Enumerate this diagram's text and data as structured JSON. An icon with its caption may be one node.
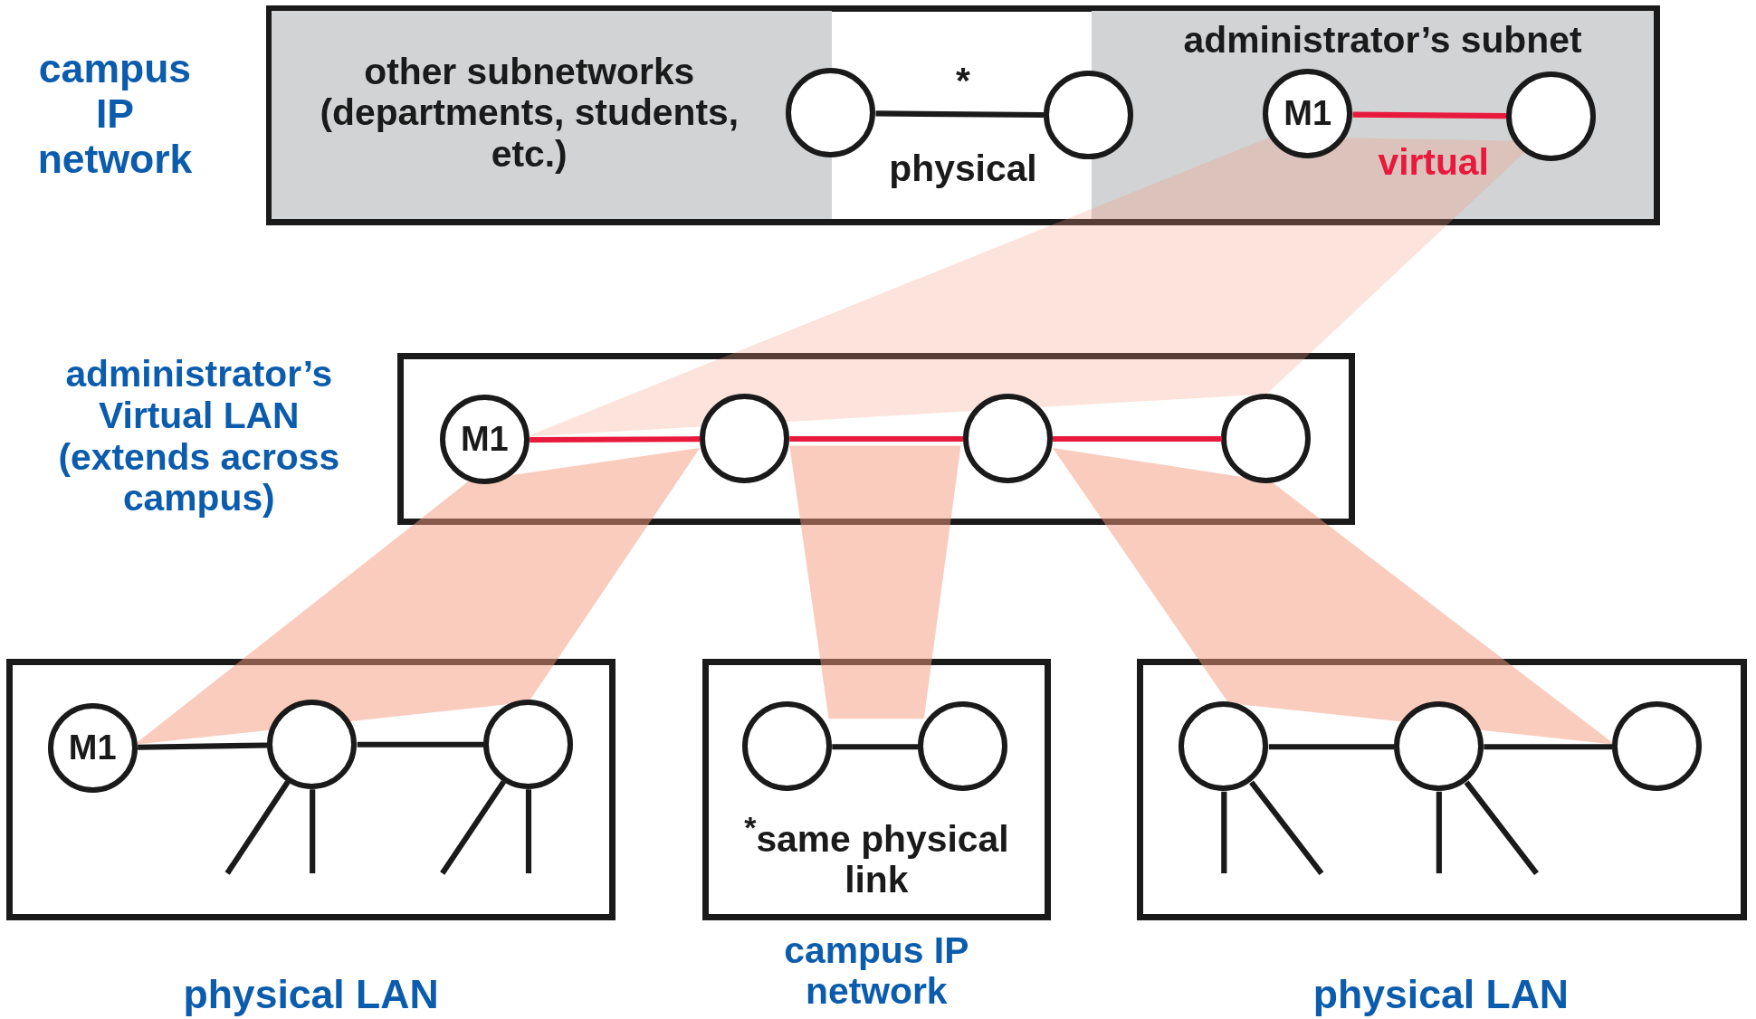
{
  "diagram": {
    "nodes": [
      {
        "text": [
          "campus IP network"
        ]
      },
      {
        "text": [
          "other subnetworks (departments, students, etc.)"
        ],
        "in": 0
      },
      {
        "text": [
          "administrator’s subnet"
        ],
        "in": 0
      },
      {
        "text": [],
        "shape": "circle",
        "in": 0
      },
      {
        "text": [],
        "shape": "circle",
        "in": 0
      },
      {
        "text": [
          "M1"
        ],
        "in": 2
      },
      {
        "text": [],
        "shape": "circle",
        "in": 2
      },
      {
        "text": [
          "administrator’s Virtual LAN (extends across campus)"
        ]
      },
      {
        "text": [
          "M1"
        ],
        "in": 7
      },
      {
        "text": [],
        "shape": "circle",
        "in": 7
      },
      {
        "text": [],
        "shape": "circle",
        "in": 7
      },
      {
        "text": [],
        "shape": "circle",
        "in": 7
      },
      {
        "text": [
          "physical LAN"
        ]
      },
      {
        "text": [
          "M1"
        ],
        "in": 12
      },
      {
        "text": [],
        "shape": "circle",
        "in": 12
      },
      {
        "text": [],
        "shape": "circle",
        "in": 12
      },
      {
        "text": [
          "$^{*}$same physical link",
          "campus IP network"
        ]
      },
      {
        "text": [],
        "shape": "circle",
        "in": 16
      },
      {
        "text": [],
        "shape": "circle",
        "in": 16
      },
      {
        "text": [
          "physical LAN"
        ]
      },
      {
        "text": [],
        "shape": "circle",
        "in": 19
      },
      {
        "text": [],
        "shape": "circle",
        "in": 19
      },
      {
        "text": [],
        "shape": "circle",
        "in": 19
      }
    ],
    "edges": [
      {
        "from": 3,
        "to": 4,
        "arrow": "none",
        "label": "physical"
      },
      {
        "from": 5,
        "to": 6,
        "arrow": "none",
        "label": "virtual",
        "color": "#e8193c"
      },
      {
        "from": 8,
        "to": 9,
        "arrow": "none",
        "color": "#e8193c"
      },
      {
        "from": 9,
        "to": 10,
        "arrow": "none",
        "color": "#e8193c"
      },
      {
        "from": 10,
        "to": 11,
        "arrow": "none",
        "color": "#e8193c"
      },
      {
        "from": 13,
        "to": 14,
        "arrow": "none"
      },
      {
        "from": 14,
        "to": 15,
        "arrow": "none"
      },
      {
        "from": 17,
        "to": 18,
        "arrow": "none"
      },
      {
        "from": 20,
        "to": 21,
        "arrow": "none"
      },
      {
        "from": 21,
        "to": 22,
        "arrow": "none"
      },
      {
        "from": 14,
        "to": null,
        "arrow": "none"
      },
      {
        "from": 14,
        "to": null,
        "arrow": "none"
      },
      {
        "from": 15,
        "to": null,
        "arrow": "none"
      },
      {
        "from": 15,
        "to": null,
        "arrow": "none"
      },
      {
        "from": 20,
        "to": null,
        "arrow": "none"
      },
      {
        "from": 20,
        "to": null,
        "arrow": "none"
      },
      {
        "from": 21,
        "to": null,
        "arrow": "none"
      },
      {
        "from": 21,
        "to": null,
        "arrow": "none"
      }
    ],
    "labels": [
      "*"
    ]
  }
}
